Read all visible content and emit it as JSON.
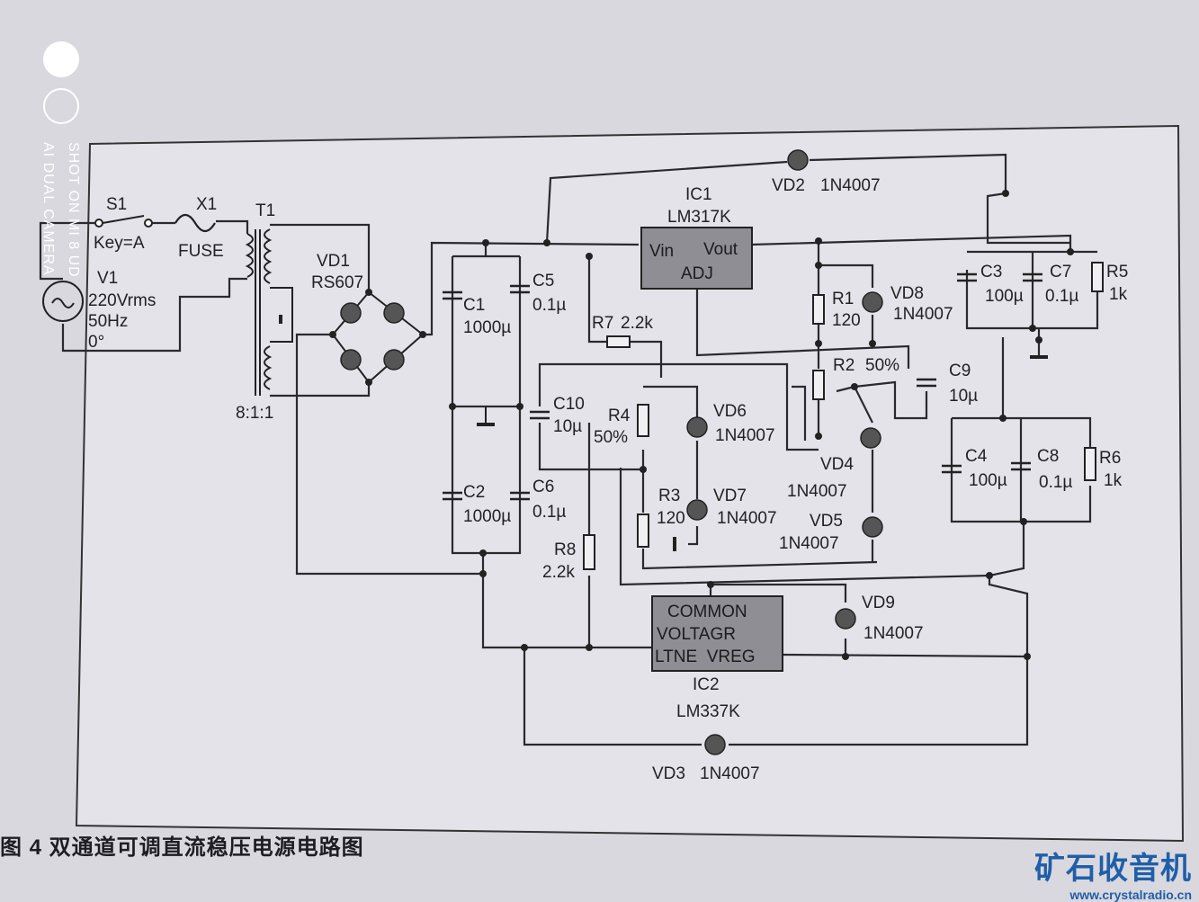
{
  "watermark": {
    "line1": "SHOT ON MI 8 UD",
    "line2": "AI DUAL CAMERA"
  },
  "caption": "图 4  双通道可调直流稳压电源电路图",
  "logo": {
    "text": "矿石收音机",
    "url": "www.crystalradio.cn"
  },
  "components": {
    "s1": {
      "name": "S1",
      "value": "Key=A"
    },
    "x1": {
      "name": "X1",
      "value": "FUSE"
    },
    "t1": {
      "name": "T1",
      "ratio": "8:1:1"
    },
    "v1": {
      "name": "V1",
      "voltage": "220Vrms",
      "freq": "50Hz",
      "phase": "0°"
    },
    "vd1": {
      "name": "VD1",
      "value": "RS607"
    },
    "c1": {
      "name": "C1",
      "value": "1000µ"
    },
    "c5": {
      "name": "C5",
      "value": "0.1µ"
    },
    "c2": {
      "name": "C2",
      "value": "1000µ"
    },
    "c6": {
      "name": "C6",
      "value": "0.1µ"
    },
    "c10": {
      "name": "C10",
      "value": "10µ"
    },
    "r7": {
      "name": "R7",
      "value": "2.2k"
    },
    "r4": {
      "name": "R4",
      "value": "50%"
    },
    "r8": {
      "name": "R8",
      "value": "2.2k"
    },
    "r3": {
      "name": "R3",
      "value": "120"
    },
    "ic1": {
      "name": "IC1",
      "value": "LM317K",
      "vin": "Vin",
      "vout": "Vout",
      "adj": "ADJ"
    },
    "vd2": {
      "name": "VD2",
      "value": "1N4007"
    },
    "r1": {
      "name": "R1",
      "value": "120"
    },
    "vd8": {
      "name": "VD8",
      "value": "1N4007"
    },
    "r2": {
      "name": "R2",
      "value": "50%"
    },
    "c9": {
      "name": "C9",
      "value": "10µ"
    },
    "c3": {
      "name": "C3",
      "value": "100µ"
    },
    "c7": {
      "name": "C7",
      "value": "0.1µ"
    },
    "r5": {
      "name": "R5",
      "value": "1k"
    },
    "c4": {
      "name": "C4",
      "value": "100µ"
    },
    "c8": {
      "name": "C8",
      "value": "0.1µ"
    },
    "r6": {
      "name": "R6",
      "value": "1k"
    },
    "vd6": {
      "name": "VD6",
      "value": "1N4007"
    },
    "vd7": {
      "name": "VD7",
      "value": "1N4007"
    },
    "vd4": {
      "name": "VD4",
      "value": "1N4007"
    },
    "vd5": {
      "name": "VD5",
      "value": "1N4007"
    },
    "ic2": {
      "name": "IC2",
      "value": "LM337K",
      "line1": "COMMON",
      "line2": "VOLTAGR",
      "line3": "LTNE  VREG"
    },
    "vd9": {
      "name": "VD9",
      "value": "1N4007"
    },
    "vd3": {
      "name": "VD3",
      "value": "1N4007"
    }
  }
}
